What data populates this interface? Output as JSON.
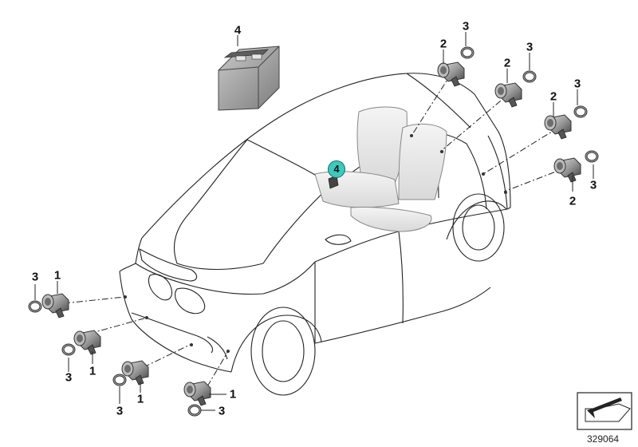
{
  "diagram": {
    "reference_number": "329064",
    "highlight_badge": "4",
    "callouts": {
      "control_unit": "4",
      "sensor": "1",
      "sensor_rear": "2",
      "ring": "3"
    }
  },
  "colors": {
    "badge_fill": "#3cc9bf",
    "line": "#222222",
    "part_gray": "#8a8a8a"
  }
}
